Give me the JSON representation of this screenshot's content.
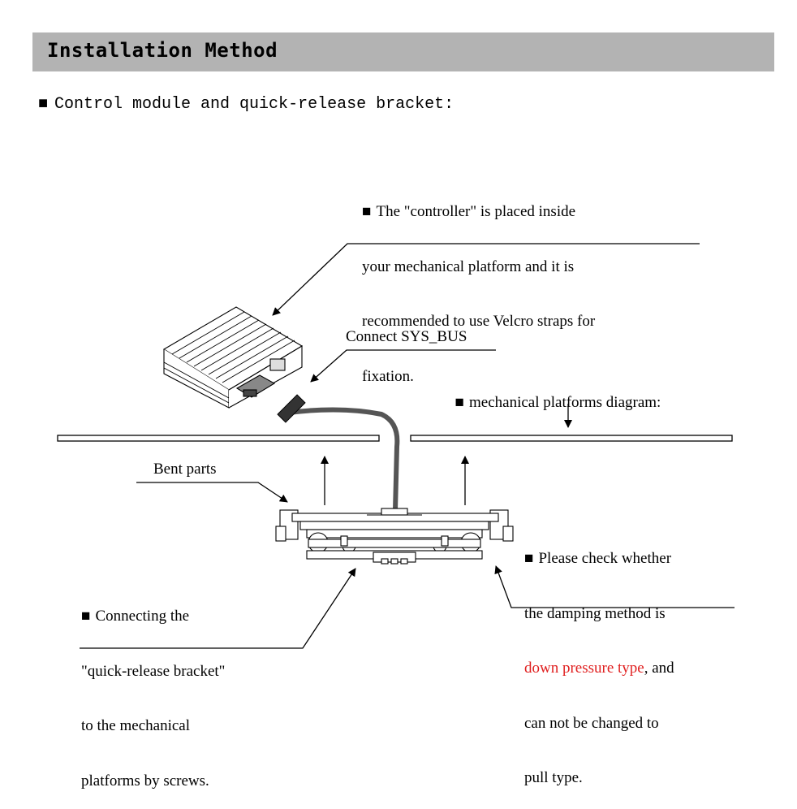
{
  "header": {
    "title": "Installation Method"
  },
  "section": {
    "bullet": "■",
    "title": "Control module and quick-release bracket:"
  },
  "notes": {
    "controller": {
      "bullet": "■",
      "lines": [
        "The \"controller\" is placed inside",
        "your mechanical platform and it is",
        "recommended to use Velcro straps for",
        "fixation."
      ]
    },
    "connect": {
      "text": "Connect SYS_BUS"
    },
    "platforms": {
      "bullet": "■",
      "text": "mechanical platforms diagram:"
    },
    "bent": {
      "text": "Bent parts"
    },
    "damping": {
      "bullet": "■",
      "line1": "Please check whether",
      "line2": "the damping method is",
      "line3_red": "down pressure type",
      "line3_rest": ", and",
      "line4": "can not be changed to",
      "line5": "pull type."
    },
    "bracket": {
      "bullet": "■",
      "lines": [
        "Connecting the",
        "\"quick-release bracket\"",
        "to the mechanical",
        "platforms by screws."
      ]
    }
  },
  "colors": {
    "banner": "#b3b3b3",
    "highlight": "#e02020"
  }
}
